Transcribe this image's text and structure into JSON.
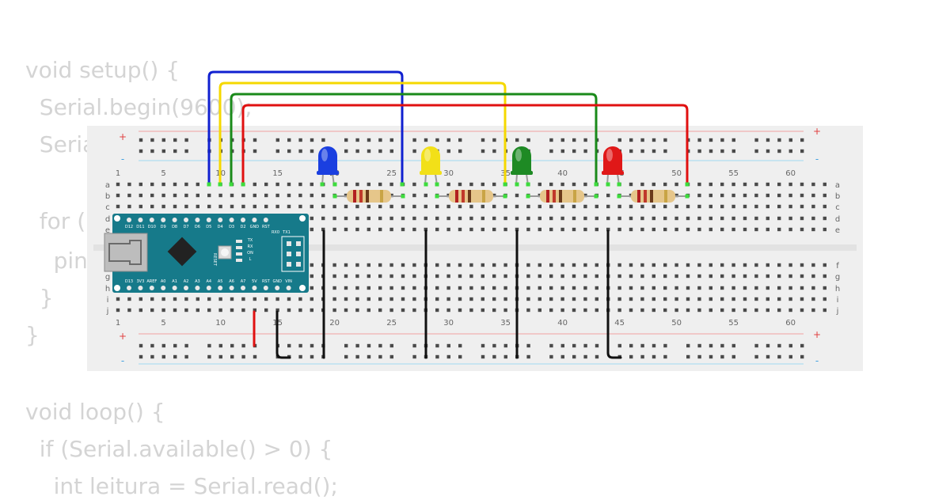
{
  "code_lines": [
    "void setup() {",
    "  Serial.begin(9600);",
    "  Serial.",
    "",
    "  for (",
    "    pin",
    "  }",
    "}",
    "",
    "void loop() {",
    "  if (Serial.available() > 0) {",
    "    int leitura = Serial.read();"
  ],
  "breadboard": {
    "column_numbers": [
      "1",
      "5",
      "10",
      "15",
      "20",
      "25",
      "30",
      "35",
      "40",
      "45",
      "50",
      "55",
      "60"
    ],
    "row_letters_top": [
      "a",
      "b",
      "c",
      "d",
      "e"
    ],
    "row_letters_bottom": [
      "f",
      "g",
      "h",
      "i",
      "j"
    ],
    "rail_plus": "+",
    "rail_minus": "-"
  },
  "arduino": {
    "top_pin_labels": [
      "D12",
      "D11",
      "D10",
      "D9",
      "D8",
      "D7",
      "D6",
      "D5",
      "D4",
      "D3",
      "D2",
      "GND",
      "RST",
      "RX0",
      "TX1"
    ],
    "bottom_pin_labels": [
      "D13",
      "3V3",
      "AREF",
      "A0",
      "A1",
      "A2",
      "A3",
      "A4",
      "A5",
      "A6",
      "A7",
      "5V",
      "RST",
      "GND",
      "VIN"
    ],
    "reset_label": "RESET",
    "led_labels": [
      "TX",
      "RX",
      "ON",
      "L"
    ]
  },
  "leds": [
    {
      "name": "blue-led",
      "color": "#1a3fe0"
    },
    {
      "name": "yellow-led",
      "color": "#f2e018"
    },
    {
      "name": "green-led",
      "color": "#1e8a24"
    },
    {
      "name": "red-led",
      "color": "#e01818"
    }
  ],
  "wire_colors": {
    "blue": "#1020d0",
    "yellow": "#f5d800",
    "green": "#1a8a1a",
    "red": "#e01010",
    "black": "#111111"
  },
  "colors": {
    "board": "#efefef",
    "hole": "#4a4a4a",
    "rail_red": "#f08a8a",
    "rail_blue": "#8ad0f0",
    "code_text": "#d4d4d4",
    "arduino": "#167a8a"
  }
}
